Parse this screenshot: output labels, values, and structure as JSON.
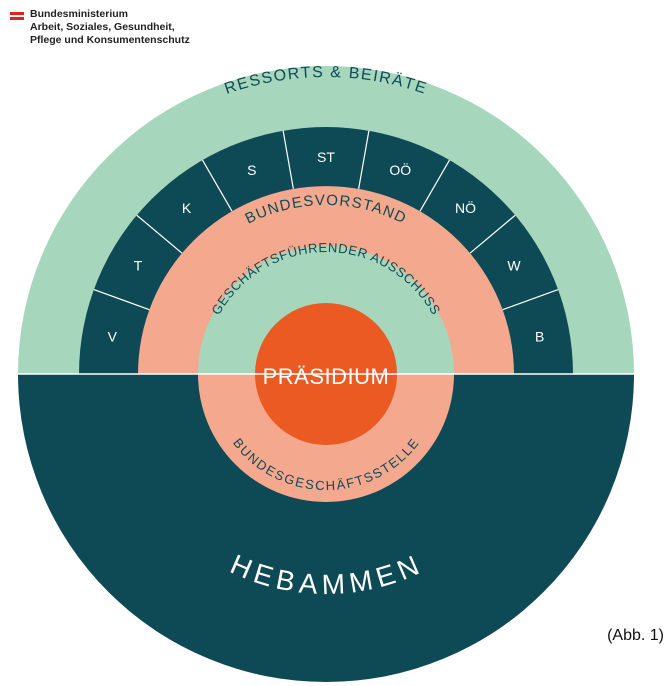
{
  "header": {
    "lines": [
      "Bundesministerium",
      "Arbeit, Soziales, Gesundheit,",
      "Pflege und Konsumentenschutz"
    ]
  },
  "diagram": {
    "outer_ring_label": "RESSORTS & BEIRÄTE",
    "regions": [
      "V",
      "T",
      "K",
      "S",
      "ST",
      "OÖ",
      "NÖ",
      "W",
      "B"
    ],
    "board_label": "BUNDESVORSTAND",
    "committee_label": "GESCHÄFTSFÜHRENDER AUSSCHUSS",
    "center_label": "PRÄSIDIUM",
    "office_label": "BUNDESGESCHÄFTSSTELLE",
    "base_label": "HEBAMMEN",
    "colors": {
      "dark_teal": "#0e4a56",
      "mint": "#a6d7bd",
      "salmon": "#f4a88d",
      "orange": "#ec5a24"
    }
  },
  "caption": "(Abb. 1)"
}
